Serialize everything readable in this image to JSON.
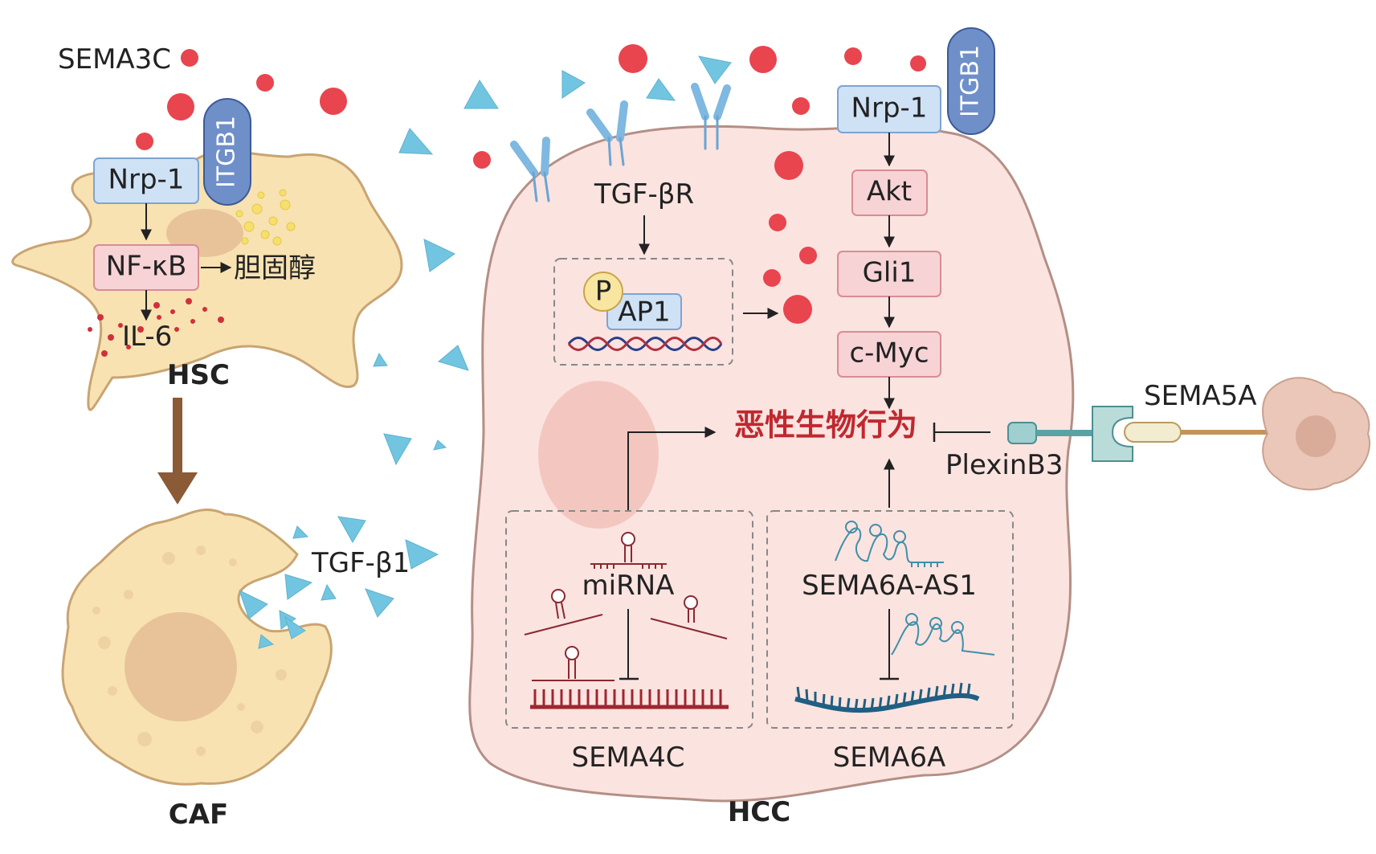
{
  "labels": {
    "sema3c": "SEMA3C",
    "itgb1_left": "ITGB1",
    "nrp1_left": "Nrp-1",
    "nfkb": "NF-κB",
    "cholesterol": "胆固醇",
    "il6": "IL-6",
    "hsc": "HSC",
    "caf": "CAF",
    "tgfb1": "TGF-β1",
    "tgfbr": "TGF-βR",
    "p": "P",
    "ap1": "AP1",
    "nrp1_right": "Nrp-1",
    "itgb1_right": "ITGB1",
    "akt": "Akt",
    "gli1": "Gli1",
    "cmyc": "c-Myc",
    "malignant": "恶性生物行为",
    "plexinb3": "PlexinB3",
    "sema5a": "SEMA5A",
    "mirna": "miRNA",
    "sema6a_as1": "SEMA6A-AS1",
    "sema4c": "SEMA4C",
    "sema6a": "SEMA6A",
    "hcc": "HCC"
  },
  "colors": {
    "sema3c_dot": "#e8454f",
    "tgfb_triangle": "#72c5e0",
    "hsc_cell": "#f8e2b2",
    "hcc_cell": "#fbe3e0",
    "blue_box": "#cfe1f5",
    "pink_box": "#f7d3d6",
    "malignant_text": "#c0282f",
    "differentiation_arrow": "#8b5a36"
  }
}
